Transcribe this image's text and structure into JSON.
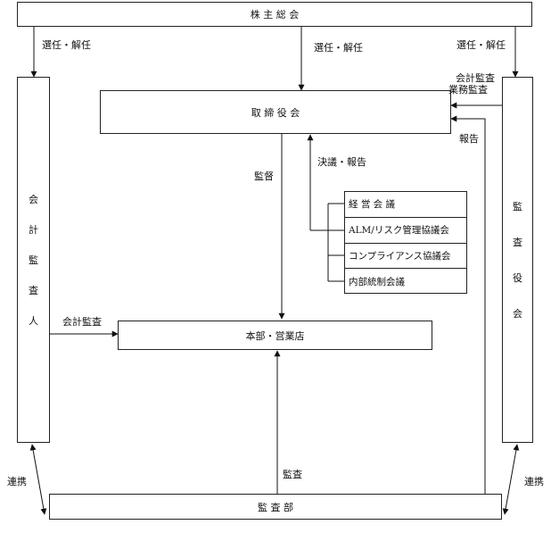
{
  "nodes": {
    "shareholders": "株 主 総 会",
    "board": "取 締 役 会",
    "headquarters": "本部・営業店",
    "audit_dept": "監 査 部",
    "accounting_auditor": [
      "会",
      "計",
      "監",
      "査",
      "人"
    ],
    "audit_board": [
      "監",
      "査",
      "役",
      "会"
    ]
  },
  "councils": [
    "経 営 会 議",
    "ALM/リスク管理協議会",
    "コンプライアンス協議会",
    "内部統制会議"
  ],
  "edge_labels": {
    "elect_left": "選任・解任",
    "elect_center": "選任・解任",
    "elect_right": "選任・解任",
    "accounting_business_audit_1": "会計監査",
    "accounting_business_audit_2": "業務監査",
    "report": "報告",
    "decision_report": "決議・報告",
    "supervision": "監督",
    "accounting_audit": "会計監査",
    "audit": "監査",
    "collab_left": "連携",
    "collab_right": "連携"
  }
}
